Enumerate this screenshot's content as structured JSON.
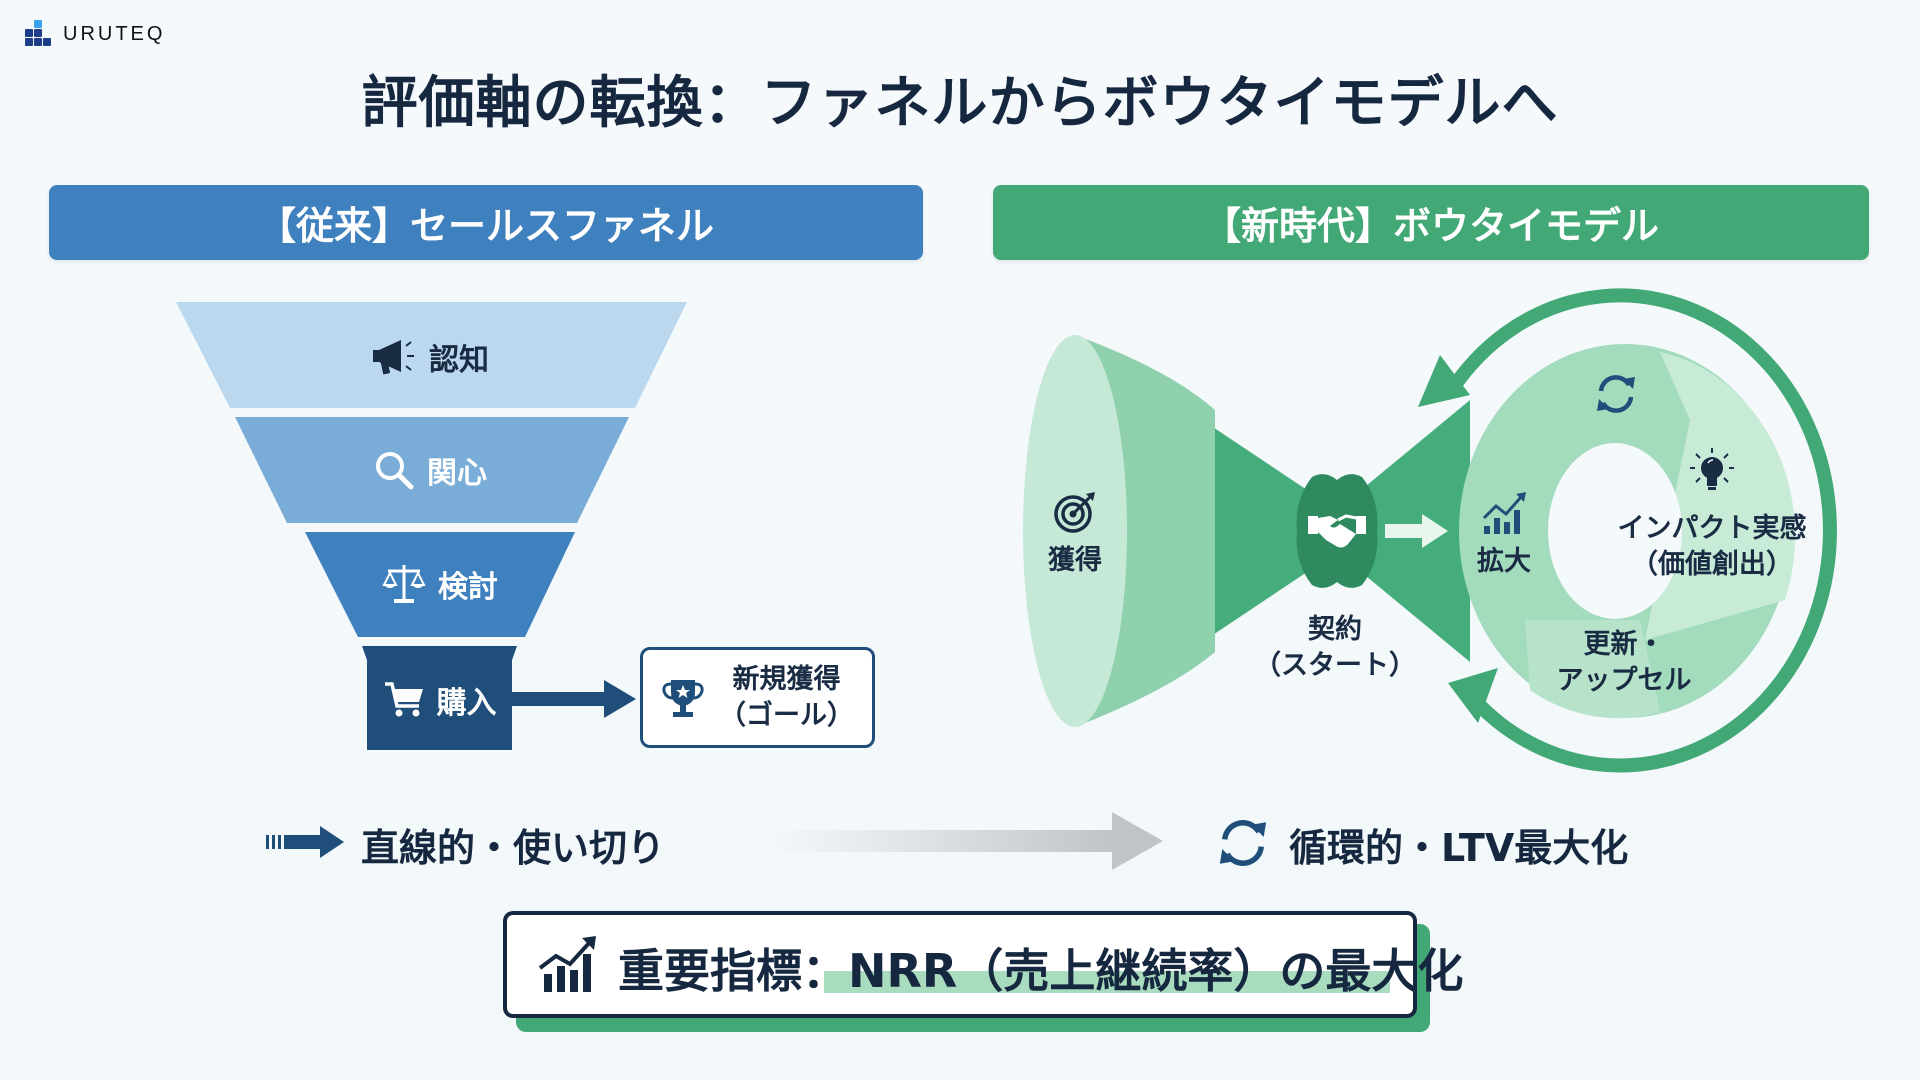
{
  "brand": {
    "name": "URUTEQ",
    "icon": "bar-blocks-logo-icon"
  },
  "title": "評価軸の転換：ファネルからボウタイモデルへ",
  "left_panel": {
    "header": "【従来】セールスファネル",
    "stages": [
      {
        "label": "認知",
        "icon": "megaphone-icon"
      },
      {
        "label": "関心",
        "icon": "search-icon"
      },
      {
        "label": "検討",
        "icon": "scale-icon"
      },
      {
        "label": "購入",
        "icon": "cart-icon"
      }
    ],
    "goal": {
      "line1": "新規獲得",
      "line2": "（ゴール）",
      "icon": "trophy-icon"
    }
  },
  "right_panel": {
    "header": "【新時代】ボウタイモデル",
    "acquisition": {
      "label": "獲得",
      "icon": "target-icon"
    },
    "contract": {
      "line1": "契約",
      "line2": "（スタート）",
      "icon": "handshake-icon"
    },
    "expansion": {
      "label": "拡大",
      "icon": "growth-chart-icon"
    },
    "cycle_icon": "sync-icon",
    "impact": {
      "line1": "インパクト実感",
      "line2": "（価値創出）",
      "icon": "lightbulb-icon"
    },
    "renewal": {
      "line1": "更新・",
      "line2": "アップセル"
    }
  },
  "comparison": {
    "left": "直線的・使い切り",
    "right": "循環的・LTV最大化"
  },
  "kpi": {
    "prefix": "重要指標：",
    "text": "NRR（売上継続率）の最大化",
    "icon": "growth-chart-icon"
  },
  "colors": {
    "blue_header": "#3f80bf",
    "green_header": "#41a876",
    "navy": "#16283f",
    "funnel": [
      "#bcd8ee",
      "#79acd6",
      "#3f80bf",
      "#1f4e7a"
    ]
  }
}
